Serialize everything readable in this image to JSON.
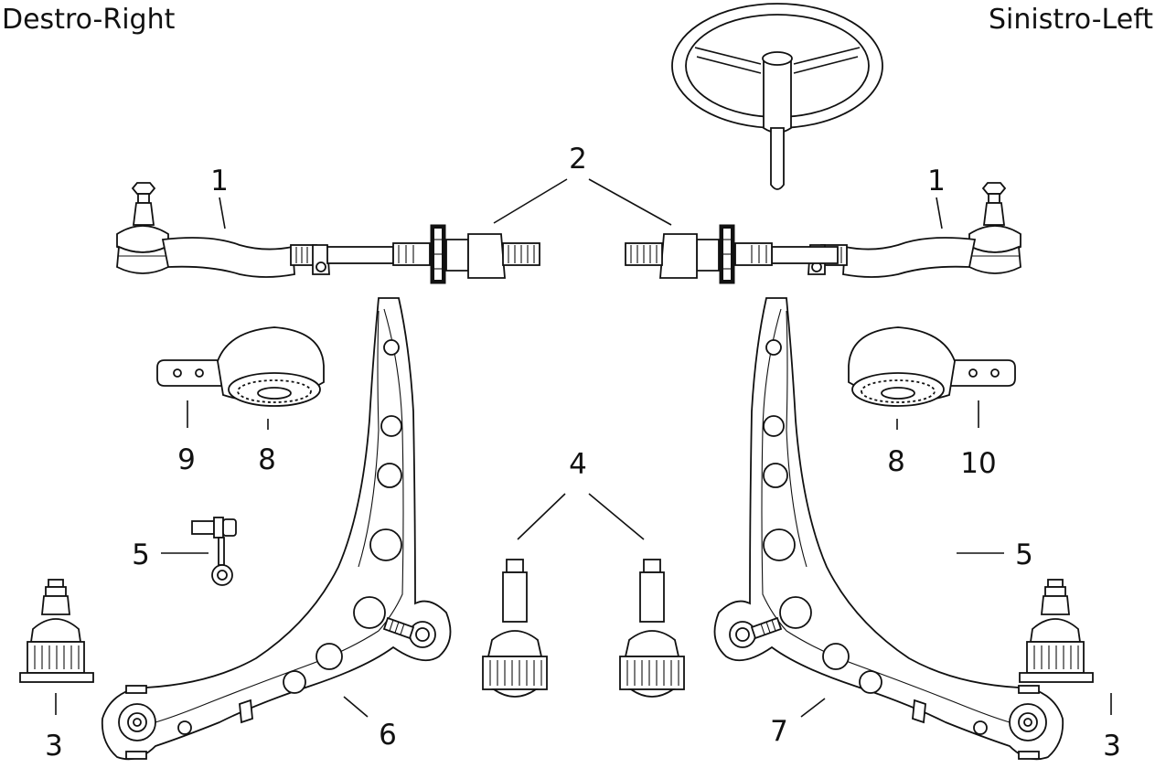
{
  "headers": {
    "right": "Destro-Right",
    "left": "Sinistro-Left"
  },
  "callouts": {
    "tie_rod_end_right": "1",
    "tie_rod_end_left": "1",
    "inner_tie_rod": "2",
    "ball_joint_right": "3",
    "ball_joint_left": "3",
    "ball_joint_pair": "4",
    "stabilizer_link_right": "5",
    "stabilizer_link_left": "5",
    "control_arm_right": "6",
    "control_arm_left": "7",
    "bushing_right": "8",
    "bushing_left": "8",
    "bracket_right": "9",
    "bracket_left": "10"
  }
}
